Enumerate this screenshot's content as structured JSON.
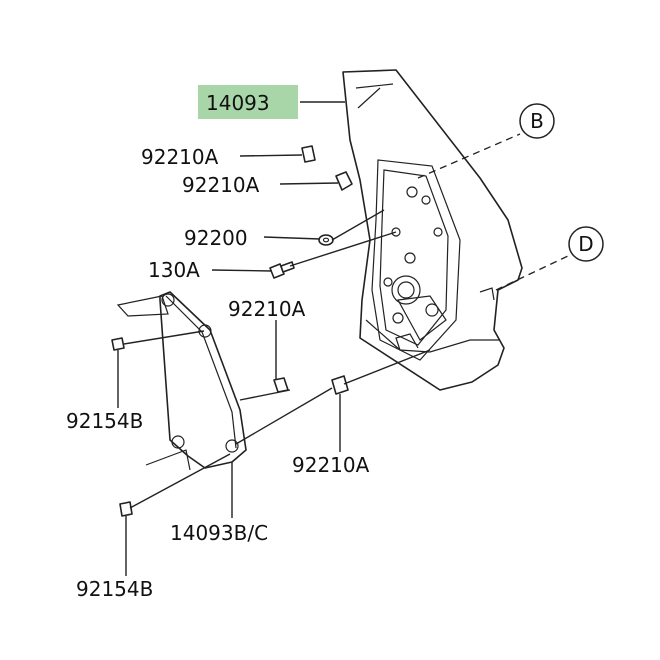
{
  "labels": {
    "main_panel": "14093",
    "clip_top": "92210A",
    "clip_second": "92210A",
    "washer": "92200",
    "bolt": "130A",
    "clip_lower": "92210A",
    "screw_upper": "92154B",
    "clip_bottom": "92210A",
    "side_cover": "14093B/C",
    "screw_lower": "92154B"
  },
  "callouts": {
    "b": "B",
    "d": "D"
  },
  "colors": {
    "highlight": "#a9d6a9",
    "line": "#222222"
  }
}
